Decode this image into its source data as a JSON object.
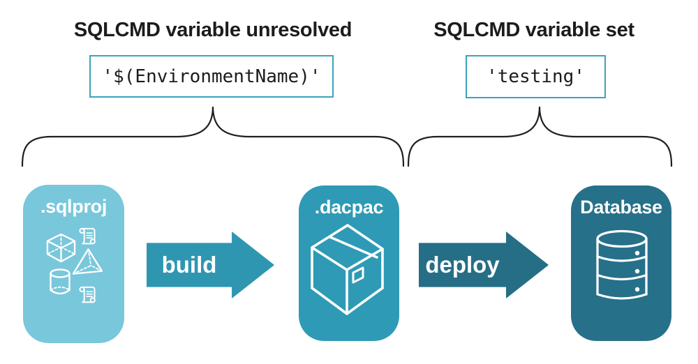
{
  "palette": {
    "sqlproj_bg": "#79c7db",
    "dacpac_bg": "#2f9ab5",
    "database_bg": "#26708a",
    "build_arrow": "#2f96b2",
    "deploy_arrow": "#256e86",
    "code_box_border": "#3aa3bd",
    "brace_stroke": "#1f1f1f",
    "text_dark": "#1c1c1c",
    "text_light": "#ffffff",
    "background": "#ffffff"
  },
  "annotations": {
    "left": {
      "heading": "SQLCMD variable unresolved",
      "code": "'$(EnvironmentName)'"
    },
    "right": {
      "heading": "SQLCMD variable set",
      "code": "'testing'"
    }
  },
  "pipeline": {
    "stages": [
      {
        "id": "sqlproj",
        "label": ".sqlproj",
        "icons": [
          "scroll-icon",
          "cube-icon",
          "pyramid-icon",
          "cylinder-icon",
          "scroll-icon"
        ]
      },
      {
        "id": "dacpac",
        "label": ".dacpac",
        "icons": [
          "package-icon"
        ]
      },
      {
        "id": "database",
        "label": "Database",
        "icons": [
          "database-icon"
        ]
      }
    ],
    "arrows": [
      {
        "id": "build",
        "label": "build"
      },
      {
        "id": "deploy",
        "label": "deploy"
      }
    ]
  }
}
